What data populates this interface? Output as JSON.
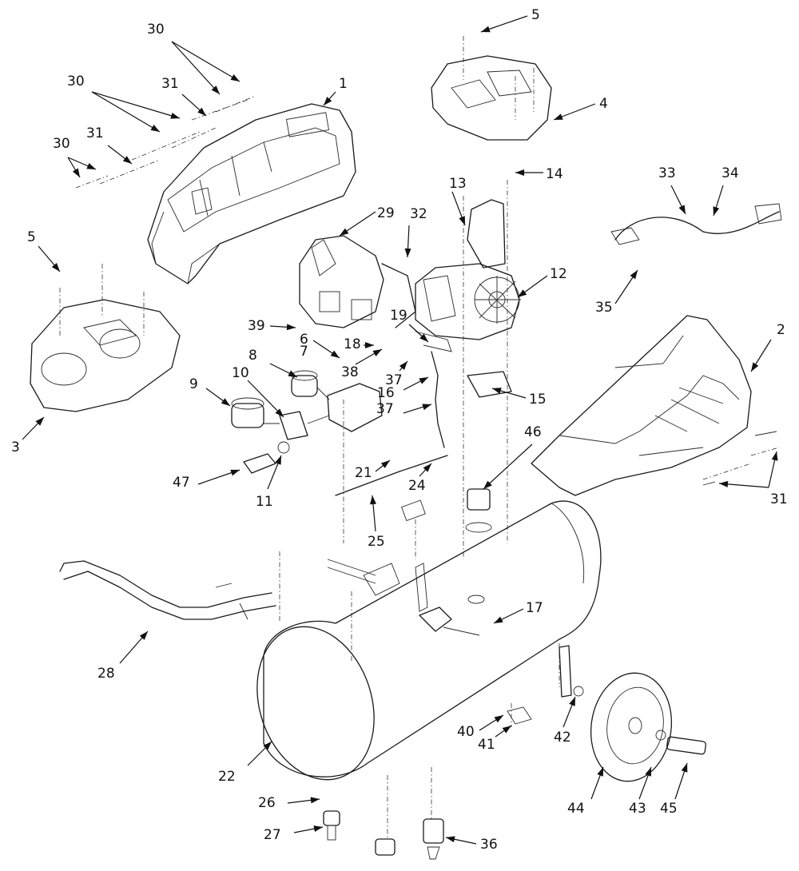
{
  "callouts": [
    {
      "id": "c1",
      "label": "1"
    },
    {
      "id": "c2",
      "label": "2"
    },
    {
      "id": "c3",
      "label": "3"
    },
    {
      "id": "c4",
      "label": "4"
    },
    {
      "id": "c5a",
      "label": "5"
    },
    {
      "id": "c5b",
      "label": "5"
    },
    {
      "id": "c6",
      "label": "6"
    },
    {
      "id": "c7",
      "label": "7"
    },
    {
      "id": "c8",
      "label": "8"
    },
    {
      "id": "c9",
      "label": "9"
    },
    {
      "id": "c10",
      "label": "10"
    },
    {
      "id": "c11",
      "label": "11"
    },
    {
      "id": "c12",
      "label": "12"
    },
    {
      "id": "c13",
      "label": "13"
    },
    {
      "id": "c14",
      "label": "14"
    },
    {
      "id": "c15",
      "label": "15"
    },
    {
      "id": "c16",
      "label": "16"
    },
    {
      "id": "c17",
      "label": "17"
    },
    {
      "id": "c18",
      "label": "18"
    },
    {
      "id": "c19",
      "label": "19"
    },
    {
      "id": "c21",
      "label": "21"
    },
    {
      "id": "c22",
      "label": "22"
    },
    {
      "id": "c24",
      "label": "24"
    },
    {
      "id": "c25",
      "label": "25"
    },
    {
      "id": "c26",
      "label": "26"
    },
    {
      "id": "c27",
      "label": "27"
    },
    {
      "id": "c28",
      "label": "28"
    },
    {
      "id": "c29",
      "label": "29"
    },
    {
      "id": "c30a",
      "label": "30"
    },
    {
      "id": "c30b",
      "label": "30"
    },
    {
      "id": "c30c",
      "label": "30"
    },
    {
      "id": "c31a",
      "label": "31"
    },
    {
      "id": "c31b",
      "label": "31"
    },
    {
      "id": "c31c",
      "label": "31"
    },
    {
      "id": "c32",
      "label": "32"
    },
    {
      "id": "c33",
      "label": "33"
    },
    {
      "id": "c34",
      "label": "34"
    },
    {
      "id": "c35",
      "label": "35"
    },
    {
      "id": "c36",
      "label": "36"
    },
    {
      "id": "c37a",
      "label": "37"
    },
    {
      "id": "c37b",
      "label": "37"
    },
    {
      "id": "c38",
      "label": "38"
    },
    {
      "id": "c39",
      "label": "39"
    },
    {
      "id": "c40",
      "label": "40"
    },
    {
      "id": "c41",
      "label": "41"
    },
    {
      "id": "c42",
      "label": "42"
    },
    {
      "id": "c43",
      "label": "43"
    },
    {
      "id": "c44",
      "label": "44"
    },
    {
      "id": "c45",
      "label": "45"
    },
    {
      "id": "c46",
      "label": "46"
    },
    {
      "id": "c47",
      "label": "47"
    }
  ]
}
